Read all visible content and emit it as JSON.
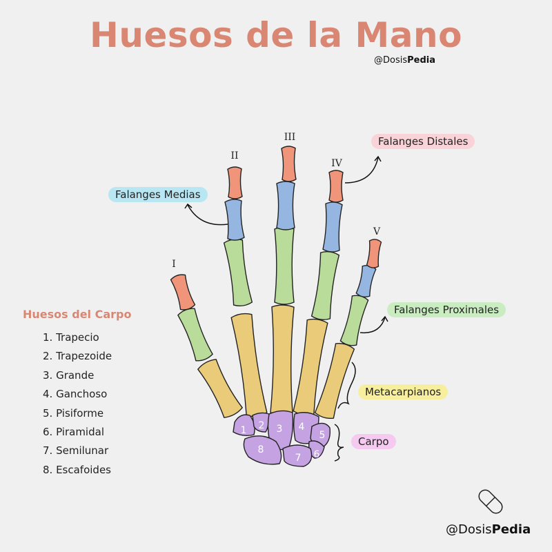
{
  "title": "Huesos de la Mano",
  "brand": {
    "prefix": "@Dosis",
    "bold": "Pedia"
  },
  "finger_labels": [
    "I",
    "II",
    "III",
    "IV",
    "V"
  ],
  "labels": {
    "distales": {
      "text": "Falanges Distales",
      "color": "#f9d3d8"
    },
    "medias": {
      "text": "Falanges Medias",
      "color": "#b8e6f2"
    },
    "proximales": {
      "text": "Falanges Proximales",
      "color": "#c9ecc1"
    },
    "metacarpianos": {
      "text": "Metacarpianos",
      "color": "#f7ef9e"
    },
    "carpo": {
      "text": "Carpo",
      "color": "#f5c9f0"
    }
  },
  "carpo_section": {
    "title": "Huesos del Carpo",
    "items": [
      "1. Trapecio",
      "2. Trapezoide",
      "3. Grande",
      "4. Ganchoso",
      "5. Pisiforme",
      "6. Piramidal",
      "7. Semilunar",
      "8. Escafoides"
    ]
  },
  "carpal_numbers": [
    "1",
    "2",
    "3",
    "4",
    "5",
    "6",
    "7",
    "8"
  ],
  "colors": {
    "distal": "#f0957a",
    "middle": "#94b6e0",
    "proximal": "#b9dc9a",
    "metacarpal": "#e9cb7a",
    "carpal": "#c5a3e3"
  }
}
